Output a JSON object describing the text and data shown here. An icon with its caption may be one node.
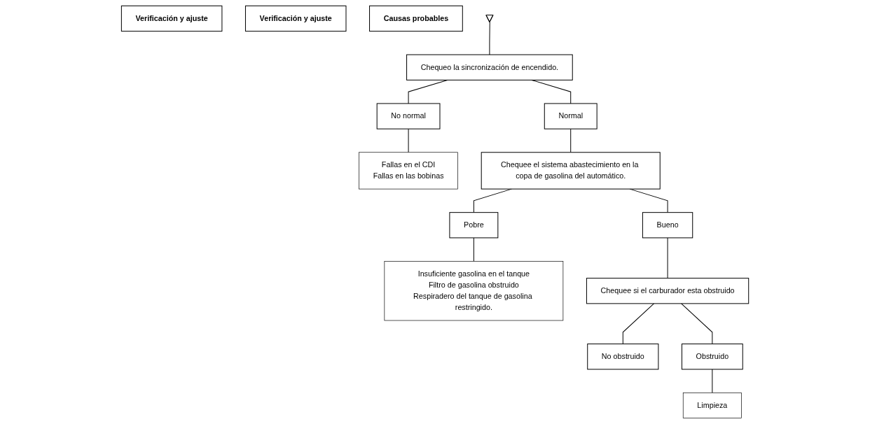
{
  "diagram": {
    "nodes": [
      {
        "text": [
          "Verificación y ajuste"
        ]
      },
      {
        "text": [
          "Verificación y ajuste"
        ]
      },
      {
        "text": [
          "Causas probables"
        ]
      },
      {
        "text": [],
        "shape": "triangle"
      },
      {
        "text": [
          "Chequeo la sincronización de encendido."
        ]
      },
      {
        "text": [
          "Normal"
        ]
      },
      {
        "text": [
          "No normal"
        ]
      },
      {
        "text": [
          "Fallas en el CDI",
          "Fallas en las bobinas"
        ]
      },
      {
        "text": [
          "Chequee el sistema abastecimiento en la copa de gasolina del automático."
        ]
      },
      {
        "text": [
          "Bueno"
        ]
      },
      {
        "text": [
          "Pobre"
        ]
      },
      {
        "text": [
          "Insuficiente gasolina en el tanque",
          "Filtro de gasolina obstruido",
          "Respiradero del tanque de gasolina restringido."
        ]
      },
      {
        "text": [
          "Chequee si el carburador esta obstruido"
        ]
      },
      {
        "text": [
          "No obstruido"
        ]
      },
      {
        "text": [
          "Obstruido"
        ]
      },
      {
        "text": [
          "Limpieza"
        ]
      }
    ],
    "edges": [
      {
        "from": 3,
        "to": 4,
        "arrow": "none"
      },
      {
        "from": 4,
        "to": 5,
        "arrow": "none"
      },
      {
        "from": 4,
        "to": 6,
        "arrow": "none"
      },
      {
        "from": 6,
        "to": 7,
        "arrow": "none"
      },
      {
        "from": 5,
        "to": 8,
        "arrow": "none"
      },
      {
        "from": 8,
        "to": 9,
        "arrow": "none"
      },
      {
        "from": 8,
        "to": 10,
        "arrow": "none"
      },
      {
        "from": 10,
        "to": 11,
        "arrow": "none"
      },
      {
        "from": 9,
        "to": 12,
        "arrow": "none"
      },
      {
        "from": 12,
        "to": 13,
        "arrow": "none"
      },
      {
        "from": 12,
        "to": 14,
        "arrow": "none"
      },
      {
        "from": 14,
        "to": 15,
        "arrow": "none"
      }
    ]
  }
}
